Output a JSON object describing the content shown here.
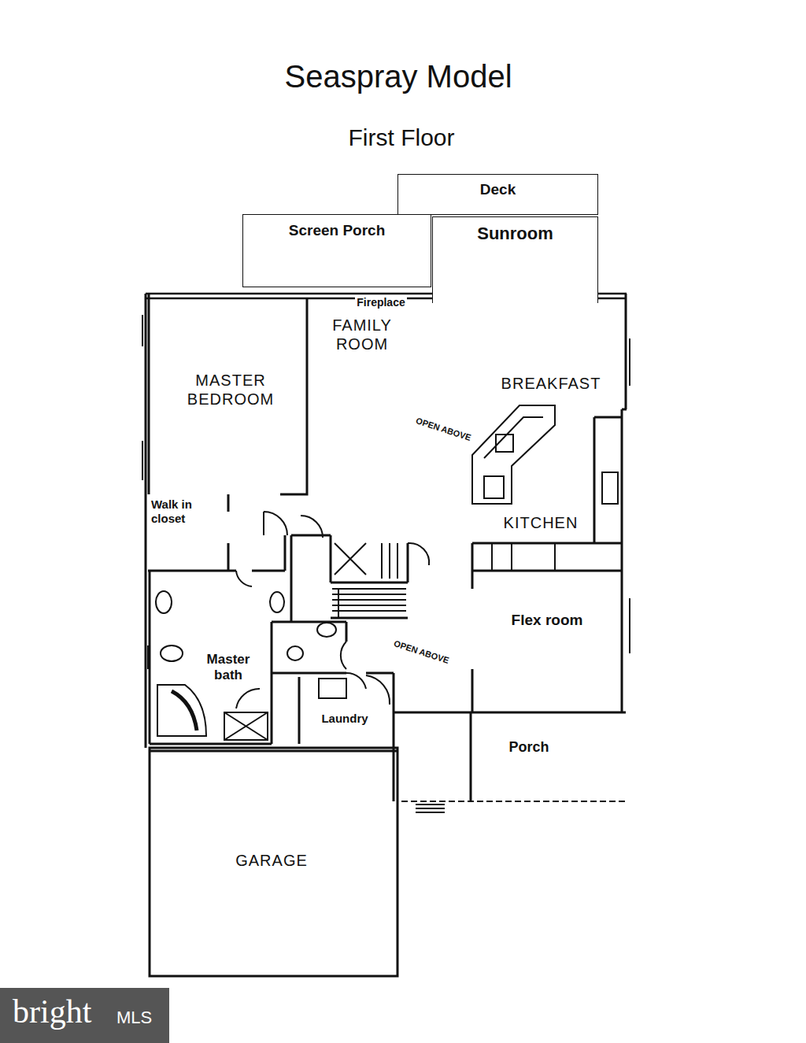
{
  "diagram": {
    "title": "Seaspray Model",
    "nodes": [
      {
        "text": [
          "Deck"
        ]
      },
      {
        "text": [
          "Screen Porch"
        ]
      },
      {
        "text": [
          "Sunroom"
        ]
      },
      {
        "text": [
          "FAMILY ROOM"
        ]
      },
      {
        "text": [
          "MASTER BEDROOM"
        ]
      },
      {
        "text": [
          "BREAKFAST"
        ]
      },
      {
        "text": [
          "Walk in closet"
        ]
      },
      {
        "text": [
          "KITCHEN"
        ]
      },
      {
        "text": [
          "Flex room"
        ]
      },
      {
        "text": [
          "Master bath"
        ]
      },
      {
        "text": [
          "Laundry"
        ]
      },
      {
        "text": [
          "Porch"
        ]
      },
      {
        "text": [
          "GARAGE"
        ]
      }
    ],
    "labels": [
      "First Floor",
      "Fireplace",
      "OPEN ABOVE",
      "OPEN ABOVE",
      "bright",
      "MLS"
    ]
  }
}
